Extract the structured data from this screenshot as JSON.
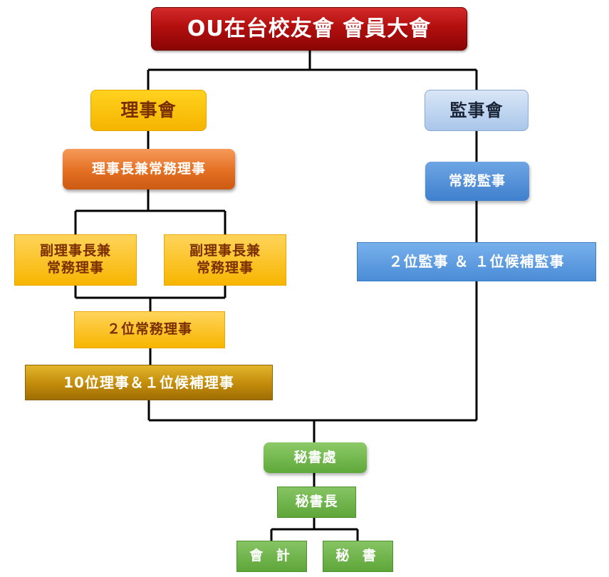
{
  "title": "OU在台校友會  會員大會",
  "board": {
    "label": "理事會",
    "chair": "理事長兼常務理事",
    "vice_chairs": [
      "副理事長兼\n常務理事",
      "副理事長兼\n常務理事"
    ],
    "standing_directors": "２位常務理事",
    "directors": "10位理事＆１位候補理事"
  },
  "supervisory": {
    "label": "監事會",
    "standing_supervisor": "常務監事",
    "supervisors": "２位監事 ＆ １位候補監事"
  },
  "secretariat": {
    "label": "秘書處",
    "secretary_general": "秘書長",
    "accounting": "會 計",
    "secretary": "秘 書"
  },
  "colors": {
    "title": "#b30f0f",
    "board": "#f5b400",
    "chair": "#e36f22",
    "supervisory": "#a9c6ea",
    "supervisor_blue": "#4a8cd6",
    "secretariat_green": "#5fa83a",
    "connector": "#000000"
  }
}
